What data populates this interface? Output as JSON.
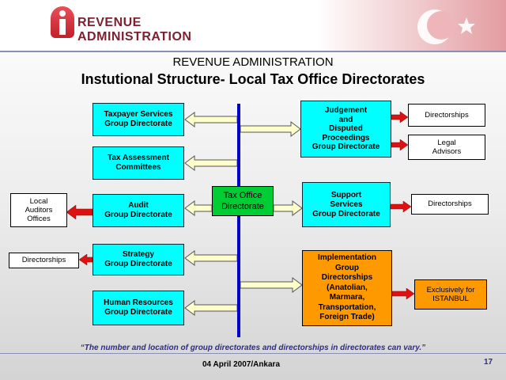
{
  "header": {
    "logo_line1": "REVENUE",
    "logo_line2": "ADMINISTRATION"
  },
  "title_line1": "REVENUE ADMINISTRATION",
  "title_line2": "Instutional Structure- Local Tax Office Directorates",
  "center_node": "Tax Office\nDirectorate",
  "left_nodes": {
    "taxpayer_services": "Taxpayer Services\nGroup Directorate",
    "tax_assessment": "Tax Assessment\nCommittees",
    "audit": "Audit\nGroup Directorate",
    "strategy": "Strategy\nGroup Directorate",
    "human_resources": "Human Resources\nGroup Directorate"
  },
  "far_left_nodes": {
    "local_auditors": "Local\nAuditors\nOffices",
    "strategy_directorships": "Directorships"
  },
  "right_nodes": {
    "judgement": "Judgement\nand\nDisputed\nProceedings\nGroup Directorate",
    "support": "Support\nServices\nGroup Directorate",
    "implementation": "Implementation\nGroup\nDirectorships\n(Anatolian,\nMarmara,\nTransportation,\nForeign Trade)"
  },
  "far_right_nodes": {
    "judgement_directorships": "Directorships",
    "legal_advisors": "Legal\nAdvisors",
    "support_directorships": "Directorships",
    "istanbul": "Exclusively for\nISTANBUL"
  },
  "footer": {
    "note": "“The number and location of group directorates and directorships in directorates can vary.”",
    "date": "04 April 2007/Ankara",
    "page": "17"
  },
  "colors": {
    "cyan_box": "#00ffff",
    "center_box": "#00cc33",
    "implementation_box": "#ff9900",
    "spine": "#0000cc",
    "yellow_arrow": "#ffffcc",
    "red_arrow": "#dd1111"
  }
}
